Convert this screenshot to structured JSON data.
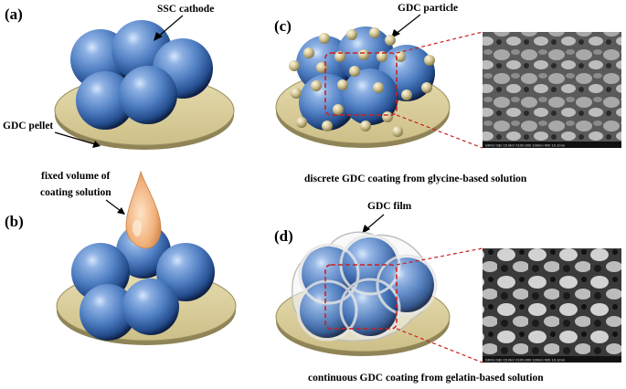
{
  "panels": {
    "a": {
      "tag": "(a)",
      "cathode_label": "SSC cathode",
      "pellet_label": "GDC pellet"
    },
    "b": {
      "tag": "(b)",
      "drop_label_line1": "fixed volume of",
      "drop_label_line2": "coating solution"
    },
    "c": {
      "tag": "(c)",
      "particle_label": "GDC particle",
      "caption": "discrete GDC coating from glycine-based solution"
    },
    "d": {
      "tag": "(d)",
      "film_label": "GDC film",
      "caption": "continuous GDC coating from gelatin-based solution"
    }
  },
  "sem_footer_text": "SKKU   SEI   15.0kV  X100,000  100nm  WD 10.1mm",
  "colors": {
    "pellet_fill": "#d9cc98",
    "pellet_edge": "#8f8457",
    "sphere_mid": "#4f7ec2",
    "sphere_dark": "#0e1f44",
    "particle": "#cdbf8c",
    "dashed_red": "#cc1f1f",
    "drop": "#f2b07a"
  }
}
